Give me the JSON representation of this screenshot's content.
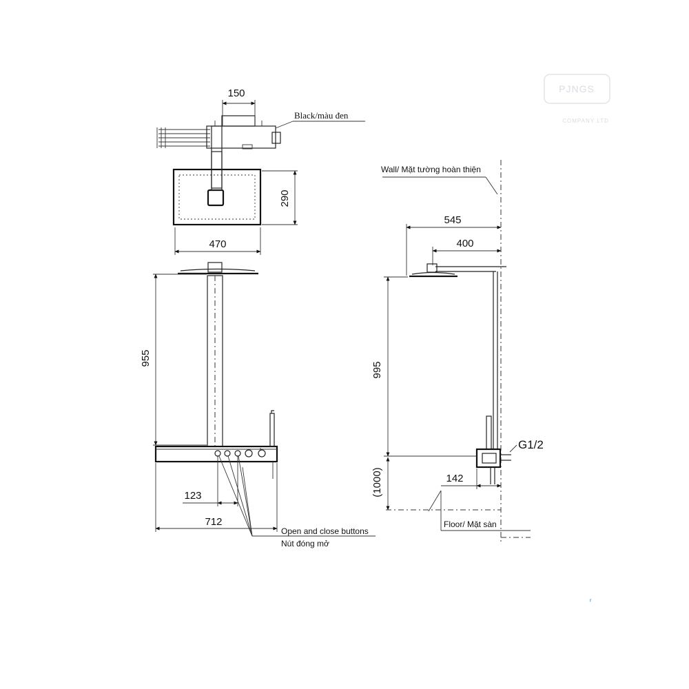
{
  "watermark": {
    "text": "PJNGS",
    "subtext": "COMPANY LTD"
  },
  "top_view": {
    "dim_width": "150",
    "color_note": "Black/màu đen"
  },
  "shower_head_plan": {
    "dim_width": "470",
    "dim_depth": "290"
  },
  "front_view": {
    "dim_height": "955",
    "dim_offset": "123",
    "dim_total_width": "712",
    "buttons_note_en": "Open and close buttons",
    "buttons_note_vi": "Nút đóng mở"
  },
  "side_view": {
    "wall_note": "Wall/ Mặt tường hoàn thiện",
    "dim_arm_total": "545",
    "dim_arm": "400",
    "dim_height": "995",
    "dim_base_height": "(1000)",
    "dim_depth": "142",
    "connection": "G1/2",
    "floor_note": "Floor/ Mặt sàn"
  },
  "colors": {
    "line": "#222222",
    "watermark": "#d6dde4",
    "accent_blue": "#1a5fb4"
  }
}
